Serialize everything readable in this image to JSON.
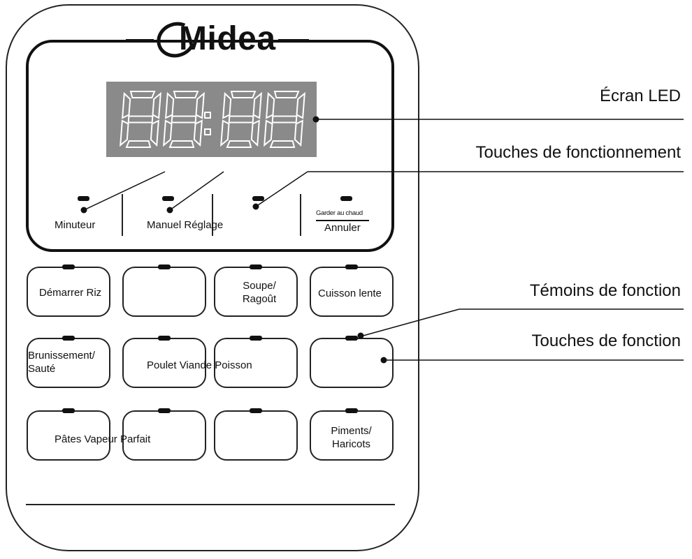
{
  "brand": {
    "name": "Midea"
  },
  "display": {
    "digits": "88:88",
    "screen_color": "#8a8a8a",
    "segment_color": "#ffffff"
  },
  "operation_keys": [
    {
      "label": "Minuteur"
    },
    {
      "label": "Manuel Réglage"
    },
    {
      "label": ""
    },
    {
      "label_top": "Garder au chaud",
      "label_bottom": "Annuler"
    }
  ],
  "function_keys": [
    {
      "lines": [
        "Démarrer Riz"
      ]
    },
    {
      "lines": [
        ""
      ]
    },
    {
      "lines": [
        "Soupe/",
        "Ragoût"
      ]
    },
    {
      "lines": [
        "Cuisson lente"
      ]
    },
    {
      "lines": [
        "Brunissement/",
        "Sauté"
      ]
    },
    {
      "lines": [
        "Poulet Viande Poisson"
      ]
    },
    {
      "lines": [
        ""
      ]
    },
    {
      "lines": [
        ""
      ]
    },
    {
      "lines": [
        "Pâtes Vapeur Parfait"
      ]
    },
    {
      "lines": [
        ""
      ]
    },
    {
      "lines": [
        ""
      ]
    },
    {
      "lines": [
        "Piments/",
        "Haricots"
      ]
    }
  ],
  "callouts": {
    "led_screen": "Écran LED",
    "operation_keys": "Touches de fonctionnement",
    "function_indicators": "Témoins de fonction",
    "function_keys": "Touches de fonction"
  }
}
